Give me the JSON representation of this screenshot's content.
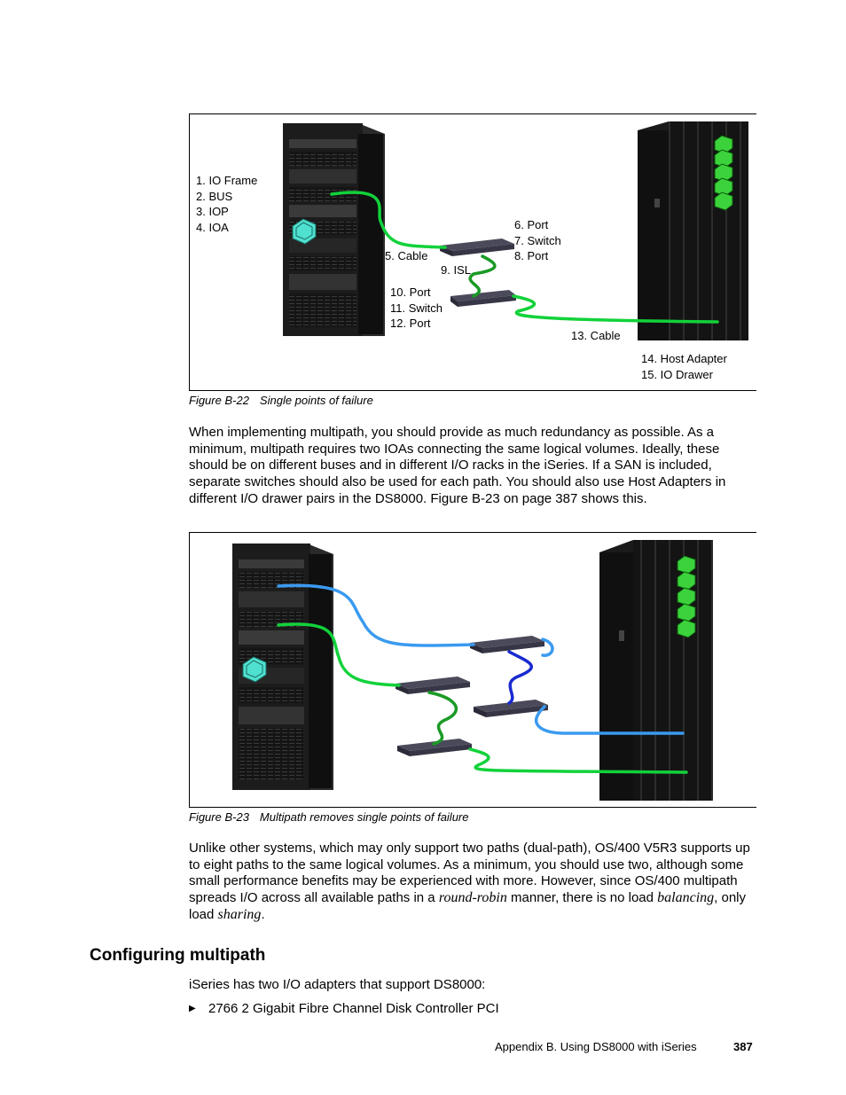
{
  "figure1": {
    "labels": {
      "io_group": [
        "1. IO Frame",
        "2. BUS",
        "3. IOP",
        "4. IOA"
      ],
      "cable5": "5. Cable",
      "port_group_top": [
        "6. Port",
        "7. Switch",
        "8. Port"
      ],
      "isl": "9. ISL",
      "port_group_bottom": [
        "10. Port",
        "11. Switch",
        "12. Port"
      ],
      "cable13": "13. Cable",
      "host_group": [
        "14. Host Adapter",
        "15. IO Drawer"
      ]
    },
    "caption_number": "Figure B-22",
    "caption_text": "Single points of failure"
  },
  "paragraph1": "When implementing multipath, you should provide as much redundancy as possible. As a minimum, multipath requires two IOAs connecting the same logical volumes. Ideally, these should be on different buses and in different I/O racks in the iSeries. If a SAN is included, separate switches should also be used for each path. You should also use Host Adapters in different I/O drawer pairs in the DS8000. Figure B-23 on page 387 shows this.",
  "figure2": {
    "caption_number": "Figure B-23",
    "caption_text": "Multipath removes single points of failure"
  },
  "paragraph2": {
    "text_a": "Unlike other systems, which may only support two paths (dual-path), OS/400 V5R3 supports up to eight paths to the same logical volumes. As a minimum, you should use two, although some small performance benefits may be experienced with more. However, since OS/400 multipath spreads I/O across all available paths in a ",
    "em1": "round-robin",
    "text_b": " manner, there is no load ",
    "em2": "balancing",
    "text_c": ", only load ",
    "em3": "sharing",
    "text_d": "."
  },
  "section": {
    "heading": "Configuring multipath",
    "intro": "iSeries has two I/O adapters that support DS8000:",
    "bullets": [
      "2766 2 Gigabit Fibre Channel Disk Controller PCI"
    ]
  },
  "footer": {
    "text": "Appendix B. Using DS8000 with iSeries",
    "page": "387"
  },
  "colors": {
    "green_path": "#12d23a",
    "green_dark": "#1a9a25",
    "blue_light": "#3a9af0",
    "blue_dark": "#1a2ad0",
    "frame": "#1b1b1b"
  }
}
